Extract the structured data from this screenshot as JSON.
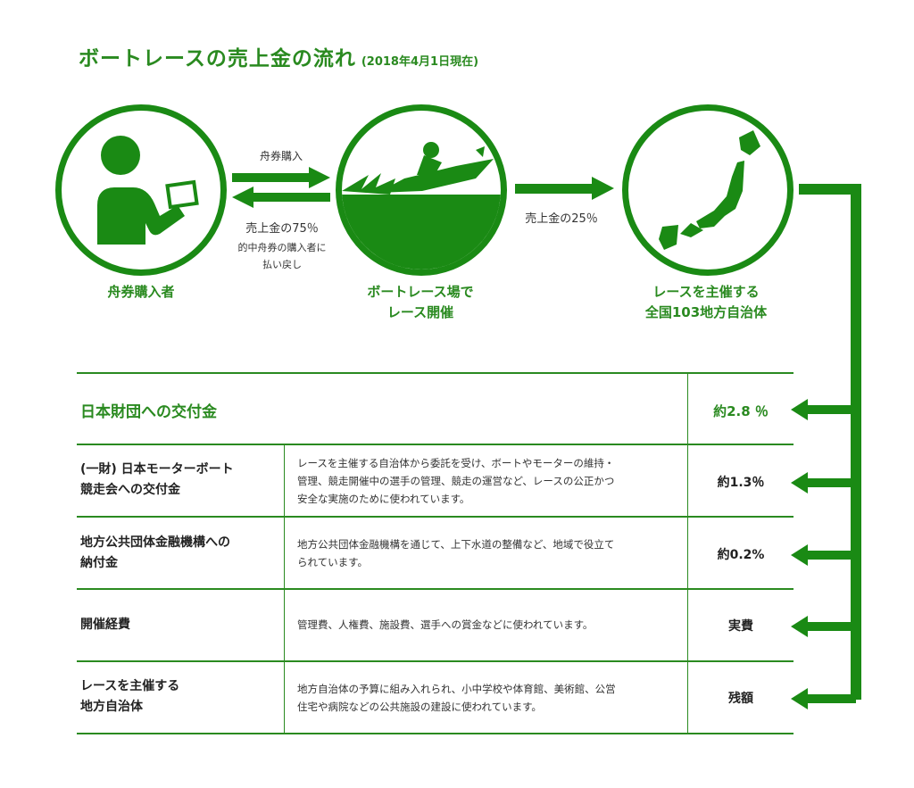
{
  "title": {
    "main": "ボートレースの売上金の流れ",
    "date": "(2018年4月1日現在)"
  },
  "nodes": [
    {
      "label_lines": [
        "舟券購入者"
      ],
      "icon": "buyer-icon"
    },
    {
      "label_lines": [
        "ボートレース場で",
        "レース開催"
      ],
      "icon": "boat-race-icon"
    },
    {
      "label_lines": [
        "レースを主催する",
        "全国103地方自治体"
      ],
      "icon": "japan-map-icon"
    }
  ],
  "flows": {
    "purchase": "舟券購入",
    "payout_pct": "売上金の75％",
    "payout_note_lines": [
      "的中舟券の購入者に",
      "払い戻し"
    ],
    "to_municipal": "売上金の25％"
  },
  "table": {
    "rows": [
      {
        "label_lines": [
          "日本財団への交付金"
        ],
        "desc_lines": [],
        "rate": "約2.8 ％",
        "highlight": true
      },
      {
        "label_lines": [
          "(一財) 日本モーターボート",
          "競走会への交付金"
        ],
        "desc_lines": [
          "レースを主催する自治体から委託を受け、ボートやモーターの維持・",
          "管理、競走開催中の選手の管理、競走の運営など、レースの公正かつ",
          "安全な実施のために使われています。"
        ],
        "rate": "約1.3％",
        "highlight": false
      },
      {
        "label_lines": [
          "地方公共団体金融機構への",
          "納付金"
        ],
        "desc_lines": [
          "地方公共団体金融機構を通じて、上下水道の整備など、地域で役立て",
          "られています。"
        ],
        "rate": "約0.2%",
        "highlight": false
      },
      {
        "label_lines": [
          "開催経費"
        ],
        "desc_lines": [
          "管理費、人権費、施設費、選手への賞金などに使われています。"
        ],
        "rate": "実費",
        "highlight": false
      },
      {
        "label_lines": [
          "レースを主催する",
          "地方自治体"
        ],
        "desc_lines": [
          "地方自治体の予算に組み入れられ、小中学校や体育館、美術館、公営",
          "住宅や病院などの公共施設の建設に使われています。"
        ],
        "rate": "残額",
        "highlight": false
      }
    ]
  },
  "colors": {
    "green": "#1a8a14",
    "text_green": "#2a8a20"
  }
}
